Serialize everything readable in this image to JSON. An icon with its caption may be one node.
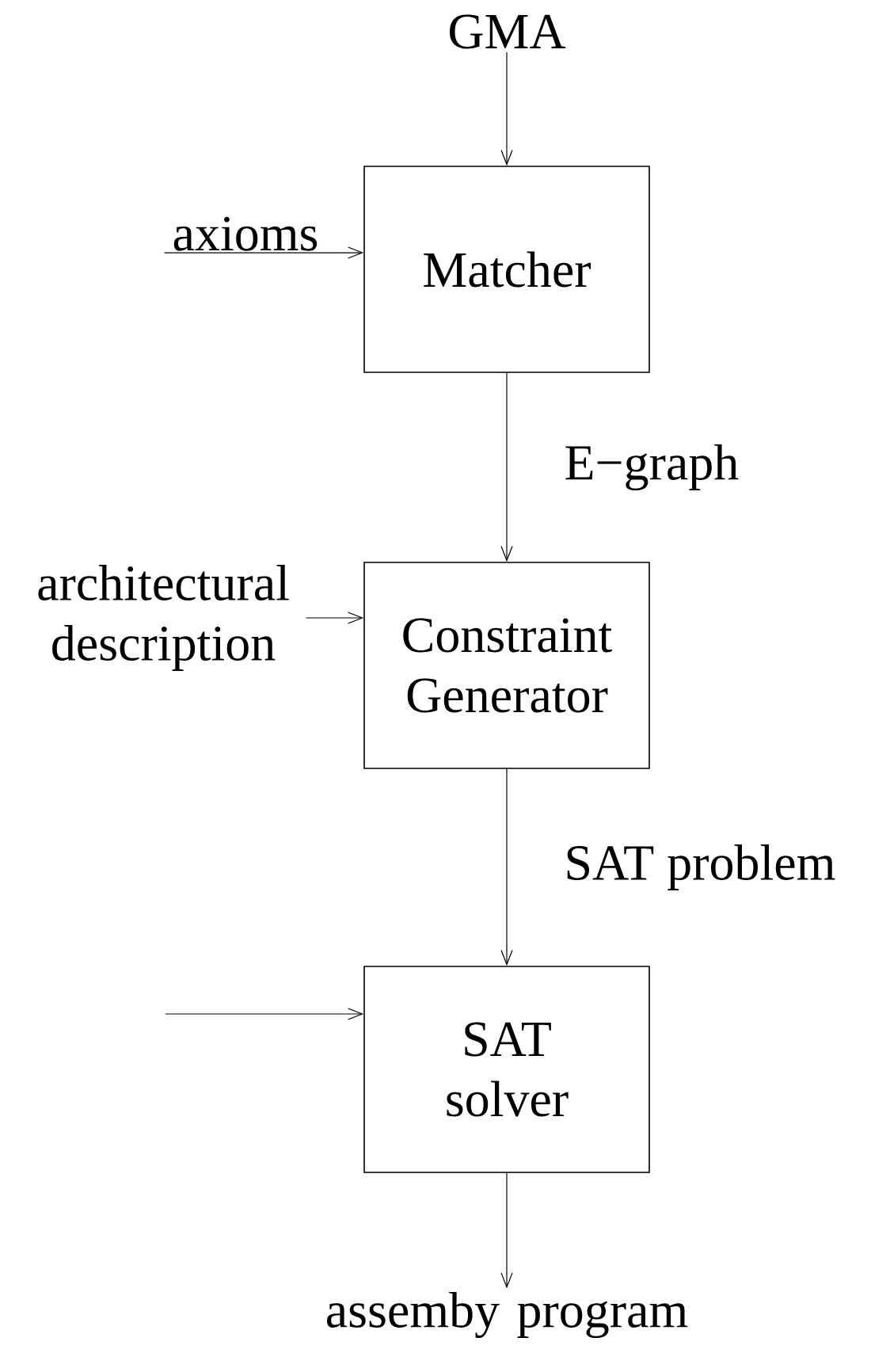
{
  "diagram": {
    "nodes": [
      {
        "text": [
          "GMA"
        ]
      },
      {
        "text": [
          "axioms"
        ]
      },
      {
        "text": [
          "Matcher"
        ]
      },
      {
        "text": [
          "architectural description"
        ]
      },
      {
        "text": [
          "Constraint Generator"
        ]
      },
      {
        "text": [
          "SAT solver"
        ]
      },
      {
        "text": [
          "assemby program"
        ]
      }
    ],
    "edges": [
      {
        "from": 0,
        "to": 2,
        "arrow": "to"
      },
      {
        "from": 1,
        "to": 2,
        "arrow": "to"
      },
      {
        "from": 2,
        "to": 4,
        "arrow": "to",
        "label": "E−graph"
      },
      {
        "from": 3,
        "to": 4,
        "arrow": "to"
      },
      {
        "from": 4,
        "to": 5,
        "arrow": "to",
        "label": "SAT problem"
      },
      {
        "from": null,
        "to": 5,
        "arrow": "to"
      },
      {
        "from": 5,
        "to": 6,
        "arrow": "to"
      }
    ]
  }
}
